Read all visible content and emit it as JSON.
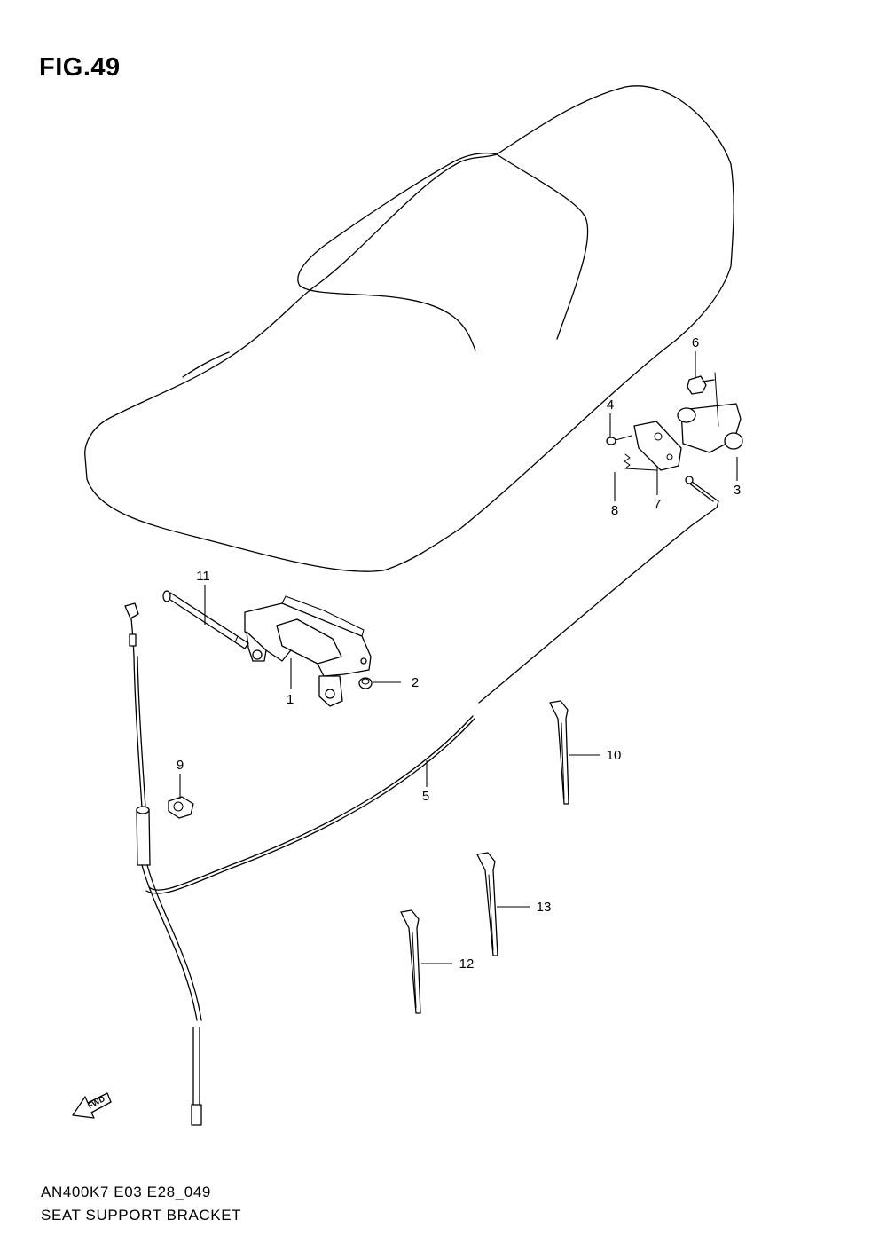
{
  "figure": {
    "title": "FIG.49",
    "model_code": "AN400K7 E03 E28_049",
    "caption": "SEAT SUPPORT BRACKET",
    "fwd_arrow_label": "FWD"
  },
  "callouts": [
    {
      "id": "1",
      "label": "1"
    },
    {
      "id": "2",
      "label": "2"
    },
    {
      "id": "3",
      "label": "3"
    },
    {
      "id": "4",
      "label": "4"
    },
    {
      "id": "5",
      "label": "5"
    },
    {
      "id": "6",
      "label": "6"
    },
    {
      "id": "7",
      "label": "7"
    },
    {
      "id": "8",
      "label": "8"
    },
    {
      "id": "9",
      "label": "9"
    },
    {
      "id": "10",
      "label": "10"
    },
    {
      "id": "11",
      "label": "11"
    },
    {
      "id": "12",
      "label": "12"
    },
    {
      "id": "13",
      "label": "13"
    }
  ],
  "colors": {
    "line": "#000000",
    "background": "#ffffff"
  }
}
